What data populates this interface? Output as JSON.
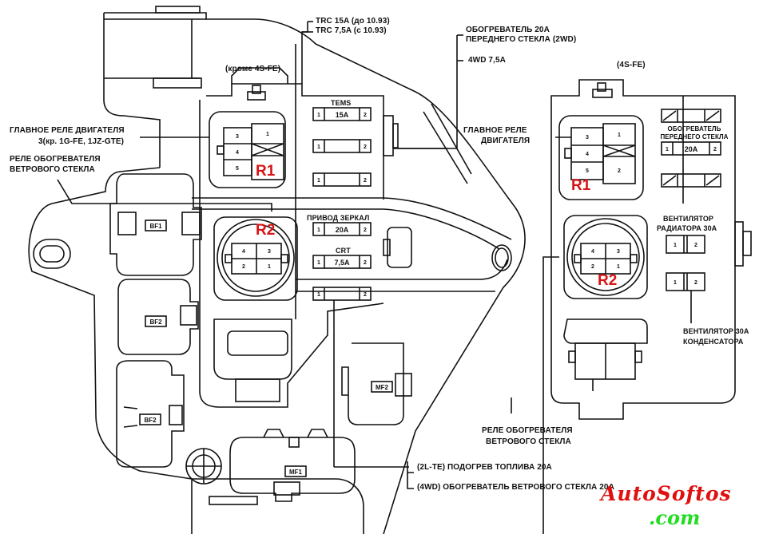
{
  "diagram": {
    "title": "Монтажный блок реле и предохранителей",
    "relay_tags": {
      "left_r1": "R1",
      "left_r2": "R2",
      "right_r1": "R1",
      "right_r2": "R2"
    },
    "variant_labels": {
      "left": "(кроме 4S-FE)",
      "right": "(4S-FE)"
    },
    "callouts": {
      "trc_15a": "TRC  15A (до 10.93)",
      "trc_7_5a": "TRC  7,5A (с 10.93)",
      "front_glass_heater_line1": "ОБОГРЕВАТЕЛЬ              20A",
      "front_glass_heater_line2": "ПЕРЕДНЕГО СТЕКЛА  (2WD)",
      "wd4_7_5a": "4WD  7,5A",
      "main_relay_left_line1": "ГЛАВНОЕ РЕЛЕ ДВИГАТЕЛЯ",
      "main_relay_left_line2": "3(кр. 1G-FE, 1JZ-GTE)",
      "windshield_heater_relay_left_line1": "РЕЛЕ ОБОГРЕВАТЕЛЯ",
      "windshield_heater_relay_left_line2": "ВЕТРОВОГО СТЕКЛА",
      "main_relay_right_line1": "ГЛАВНОЕ РЕЛЕ",
      "main_relay_right_line2": "ДВИГАТЕЛЯ",
      "radiator_fan_line1": "ВЕНТИЛЯТОР",
      "radiator_fan_line2": "РАДИАТОРА 30A",
      "condenser_fan_line1": "ВЕНТИЛЯТОР  30A",
      "condenser_fan_line2": "КОНДЕНСАТОРА",
      "windshield_heater_relay_right_line1": "РЕЛЕ ОБОГРЕВАТЕЛЯ",
      "windshield_heater_relay_right_line2": "ВЕТРОВОГО СТЕКЛА",
      "fuel_heater": "(2L-TE) ПОДОГРЕВ ТОПЛИВА  20A",
      "windshield_heater_4wd": "(4WD)  ОБОГРЕВАТЕЛЬ ВЕТРОВОГО СТЕКЛА  20A"
    },
    "left_fuses": [
      {
        "name": "TEMS",
        "rating": "15A",
        "pin1": "1",
        "pin2": "2"
      },
      {
        "name": "",
        "rating": "",
        "pin1": "1",
        "pin2": "2"
      },
      {
        "name": "",
        "rating": "",
        "pin1": "1",
        "pin2": "2"
      },
      {
        "name": "ПРИВОД ЗЕРКАЛ",
        "rating": "20A",
        "pin1": "1",
        "pin2": "2"
      },
      {
        "name": "CRT",
        "rating": "7,5A",
        "pin1": "1",
        "pin2": "2"
      },
      {
        "name": "",
        "rating": "",
        "pin1": "1",
        "pin2": "2"
      }
    ],
    "right_fuses": [
      {
        "name": "ОБОГРЕВАТЕЛЬ ПЕРЕДНЕГО СТЕКЛА",
        "rating": "20A",
        "pin1": "1",
        "pin2": "2"
      },
      {
        "name": "",
        "rating": "",
        "pin1": "1",
        "pin2": "2"
      },
      {
        "name": "",
        "rating": "",
        "pin1": "1",
        "pin2": "2"
      }
    ],
    "relay_r1_pins": [
      "3",
      "4",
      "5",
      "1",
      "2"
    ],
    "relay_r2_pins": [
      "4",
      "3",
      "2",
      "1"
    ],
    "connectors": {
      "bf1": "BF1",
      "bf2": "BF2",
      "bf3": "BF2",
      "mf1": "MF1",
      "mf2": "MF2"
    }
  },
  "watermark": {
    "line1": "AutoSoftos",
    "line2": ".com",
    "color1": "#e01010",
    "color2": "#22dd22"
  },
  "colors": {
    "line": "#111111",
    "relay_tag": "#d81414"
  }
}
